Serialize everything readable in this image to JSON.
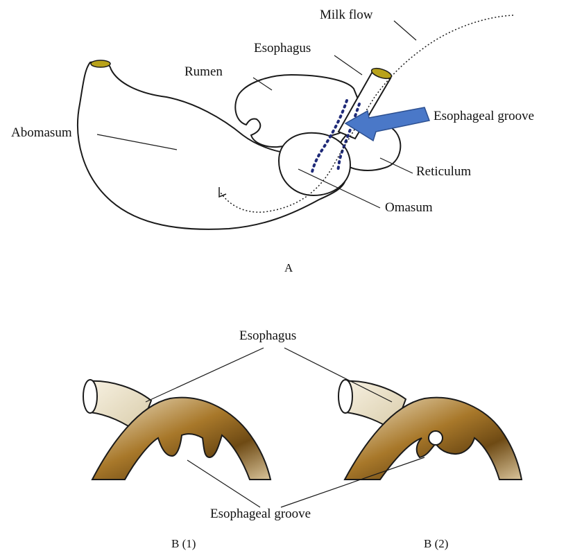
{
  "panel_a": {
    "labels": {
      "milk_flow": "Milk flow",
      "esophagus": "Esophagus",
      "rumen": "Rumen",
      "esophageal_groove": "Esophageal groove",
      "abomasum": "Abomasum",
      "reticulum": "Reticulum",
      "omasum": "Omasum"
    },
    "caption": "A"
  },
  "panel_b": {
    "esophagus_label": "Esophagus",
    "esophageal_groove_label": "Esophageal groove",
    "caption_1": "B (1)",
    "caption_2": "B (2)"
  },
  "colors": {
    "outline": "#1a1a1a",
    "groove_dots": "#1f2a78",
    "arrow": "#4a78c8",
    "esophagus_tip": "#b8a21a",
    "tissue_dark": "#7a5418",
    "tissue_light": "#e8dcc0"
  }
}
